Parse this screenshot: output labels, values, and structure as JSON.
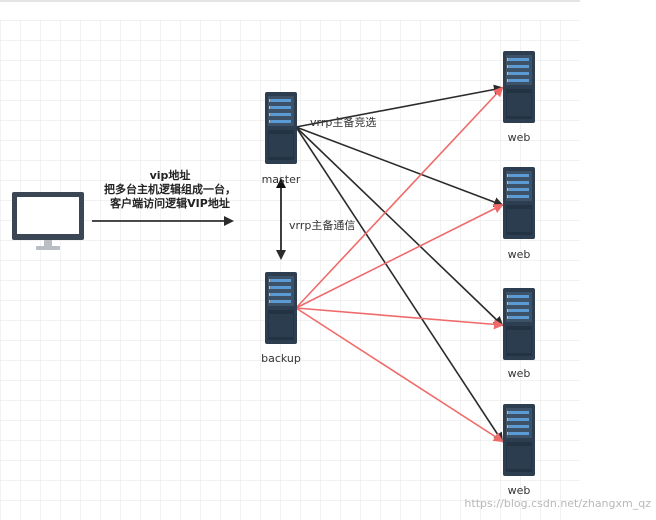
{
  "colors": {
    "grid": "#e6e6e6",
    "dark_arrow": "#2b2b2b",
    "red_arrow": "#f06a6a",
    "server_body": "#2d3e50",
    "server_panel": "#3d5266",
    "server_slot": "#5b9bd5",
    "monitor_frame": "#3a4654",
    "monitor_screen": "#ffffff",
    "monitor_stand": "#b8bec4"
  },
  "nodes": {
    "client": {
      "icon": "monitor-icon"
    },
    "master": {
      "label": "master",
      "icon": "server-icon"
    },
    "backup": {
      "label": "backup",
      "icon": "server-icon"
    },
    "webs": [
      {
        "label": "web",
        "icon": "server-icon"
      },
      {
        "label": "web",
        "icon": "server-icon"
      },
      {
        "label": "web",
        "icon": "server-icon"
      },
      {
        "label": "web",
        "icon": "server-icon"
      }
    ]
  },
  "annotations": {
    "vip_title": "vip地址",
    "vip_line1": "把多台主机逻辑组成一台，",
    "vip_line2": "客户端访问逻辑VIP地址",
    "elect": "vrrp主备竞选",
    "comm": "vrrp主备通信"
  },
  "watermark": "https://blog.csdn.net/zhangxm_qz"
}
